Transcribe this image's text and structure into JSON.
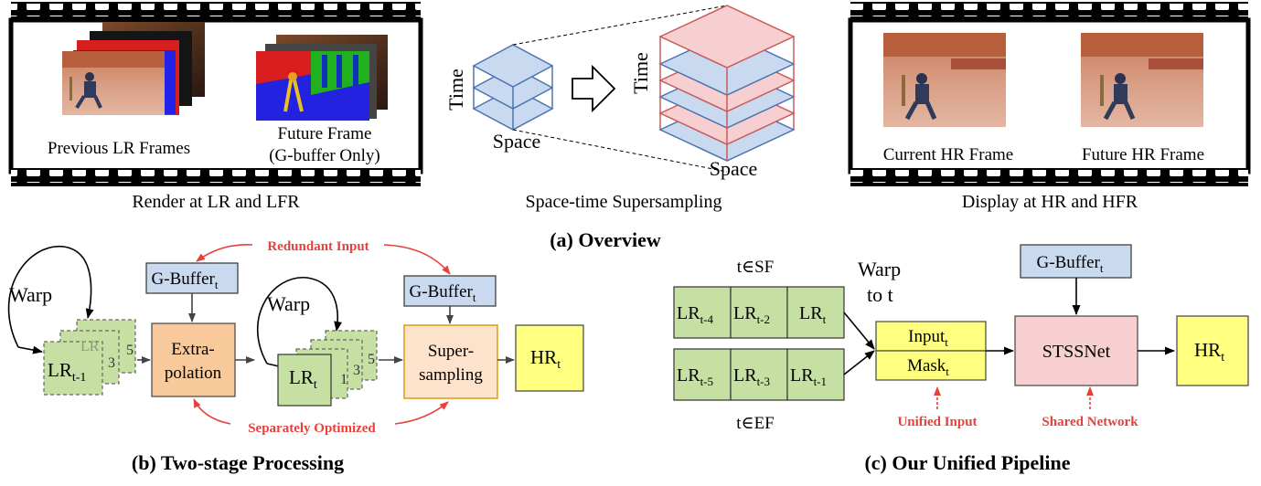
{
  "overview": {
    "caption": "(a) Overview",
    "render": {
      "caption": "Render at LR and LFR",
      "prev_label": "Previous LR Frames",
      "future_label_1": "Future Frame",
      "future_label_2": "(G-buffer Only)"
    },
    "stss": {
      "caption": "Space-time Supersampling",
      "time_left": "Time",
      "space_left": "Space",
      "time_right": "Time",
      "space_right": "Space"
    },
    "display": {
      "caption": "Display at HR and HFR",
      "current_label": "Current HR Frame",
      "future_label": "Future HR Frame"
    }
  },
  "two_stage": {
    "caption": "(b) Two-stage Processing",
    "redundant": "Redundant Input",
    "separately": "Separately Optimized",
    "gbuffer": "G-Buffer",
    "sub_t": "t",
    "warp": "Warp",
    "lr": "LR",
    "sub_t1": "t-1",
    "frag_3": "3",
    "frag_5": "5",
    "frag_1": "1",
    "frag_lr": "LR",
    "extra_1": "Extra-",
    "extra_2": "polation",
    "super_1": "Super-",
    "super_2": "sampling",
    "hr": "HR"
  },
  "unified": {
    "caption": "(c) Our Unified Pipeline",
    "tsf": "t∈SF",
    "tef": "t∈EF",
    "warp_1": "Warp",
    "warp_2": "to t",
    "lr": "LR",
    "sub_t4": "t-4",
    "sub_t2": "t-2",
    "sub_t": "t",
    "sub_t5": "t-5",
    "sub_t3": "t-3",
    "sub_t1": "t-1",
    "input": "Input",
    "mask": "Mask",
    "gbuffer": "G-Buffer",
    "stssnet": "STSSNet",
    "hr": "HR",
    "unified_input": "Unified Input",
    "shared_network": "Shared Network"
  },
  "colors": {
    "green": "#c6e0a4",
    "blue": "#c9daf0",
    "orange": "#f8c99a",
    "peach": "#fde3cb",
    "yellow": "#ffff80",
    "pink": "#f8cfd0",
    "red": "#e8403a"
  }
}
